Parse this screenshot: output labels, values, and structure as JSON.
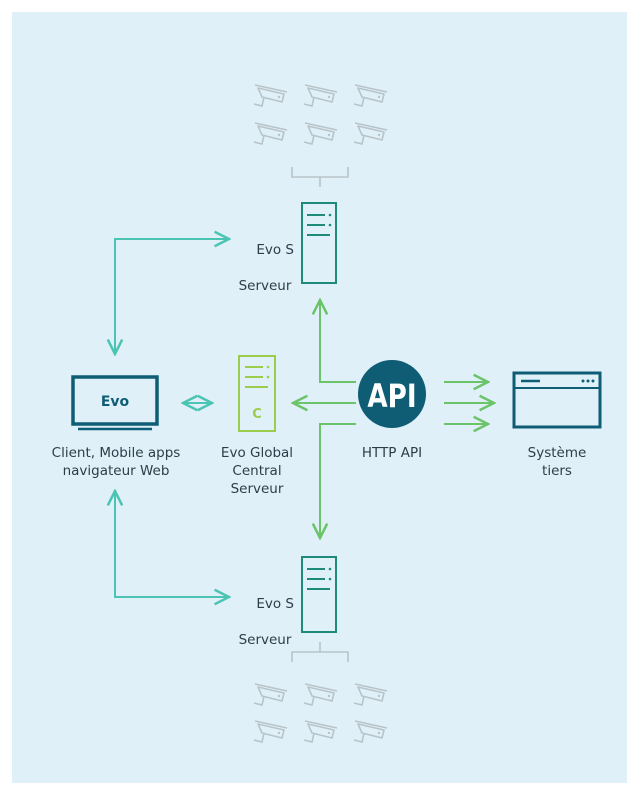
{
  "colors": {
    "background": "#dff0f9",
    "server_teal": "#1e8a7a",
    "link_teal": "#4cc4b3",
    "api_green": "#6cc46a",
    "lime": "#9ccc4c",
    "dark_teal": "#0f5d74",
    "camera_gray": "#b9c4c9"
  },
  "nodes": {
    "server_top": {
      "name": "Evo S",
      "sub": "Serveur"
    },
    "server_bottom": {
      "name": "Evo S",
      "sub": "Serveur"
    },
    "client": {
      "screen_label": "Evo",
      "caption": "Client, Mobile apps\nnavigateur Web"
    },
    "central": {
      "badge": "C",
      "caption": "Evo Global\nCentral\nServeur"
    },
    "api": {
      "badge": "API",
      "caption": "HTTP API"
    },
    "third_party": {
      "caption": "Système\ntiers"
    }
  },
  "icons": [
    "camera-icon",
    "server-icon",
    "monitor-icon",
    "browser-window-icon",
    "api-badge-icon"
  ]
}
